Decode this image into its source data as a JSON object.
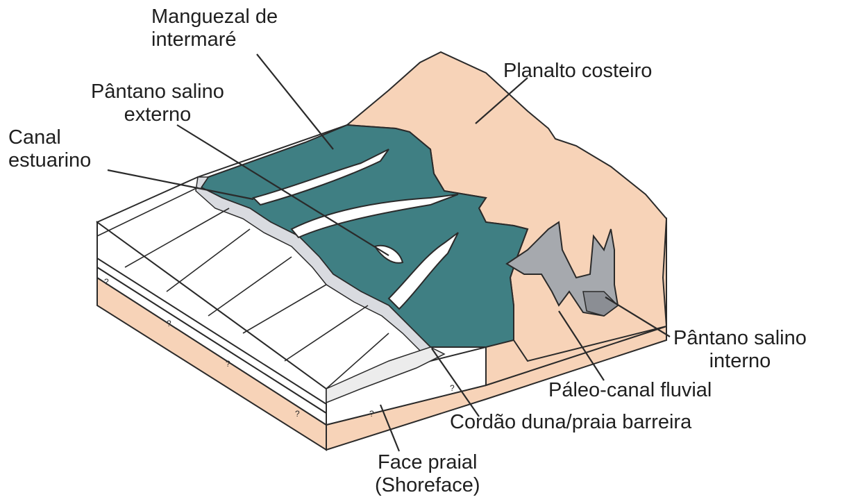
{
  "labels": {
    "manguezal": [
      "Manguezal de",
      "intermaré"
    ],
    "planalto": "Planalto costeiro",
    "pantano_externo": [
      "Pântano salino",
      "externo"
    ],
    "canal": [
      "Canal",
      "estuarino"
    ],
    "pantano_interno": [
      "Pântano salino",
      "interno"
    ],
    "paleo_canal": "Páleo-canal fluvial",
    "cordao": "Cordão duna/praia barreira",
    "face_praial": [
      "Face praial",
      "(Shoreface)"
    ]
  },
  "colors": {
    "mangrove": "#3f7f83",
    "plateau": "#f7d3b8",
    "salt_marsh": "#d9dbe0",
    "inner_marsh": "#a6a9ae",
    "inner_marsh_dark": "#8b8e94",
    "sediment": "#ffffff",
    "base_layer": "#f7d3b8",
    "line": "#2a2a2a"
  },
  "uncertainty_mark": "?"
}
